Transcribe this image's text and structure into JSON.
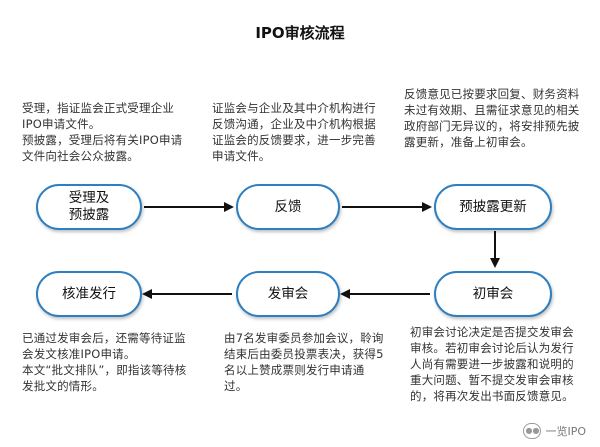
{
  "title": "IPO审核流程",
  "nodes": {
    "accept": "受理及\n预披露",
    "feedback": "反馈",
    "update": "预披露更新",
    "preliminary": "初审会",
    "committee": "发审会",
    "approval": "核准发行"
  },
  "descriptions": {
    "accept": "受理，指证监会正式受理企业IPO申请文件。\n预披露，受理后将有关IPO申请文件向社会公众披露。",
    "feedback": "证监会与企业及其中介机构进行反馈沟通，企业及中介机构根据证监会的反馈要求，进一步完善申请文件。",
    "update": "反馈意见已按要求回复、财务资料未过有效期、且需征求意见的相关政府部门无异议的，将安排预先披露更新，准备上初审会。",
    "approval": "已通过发审会后，还需等待证监会发文核准IPO申请。\n本文“批文排队”，即指该等待核发批文的情形。",
    "committee": "由7名发审委员参加会议，聆询结束后由委员投票表决，获得5名以上赞成票则发行申请通过。",
    "preliminary": "初审会讨论决定是否提交发审会审核。若初审会讨论后认为发行人尚有需要进一步披露和说明的重大问题、暂不提交发审会审核的，将再次发出书面反馈意见。"
  },
  "watermark": "一览IPO",
  "colors": {
    "node_border": "#2d7fc1",
    "arrow": "#111111"
  }
}
